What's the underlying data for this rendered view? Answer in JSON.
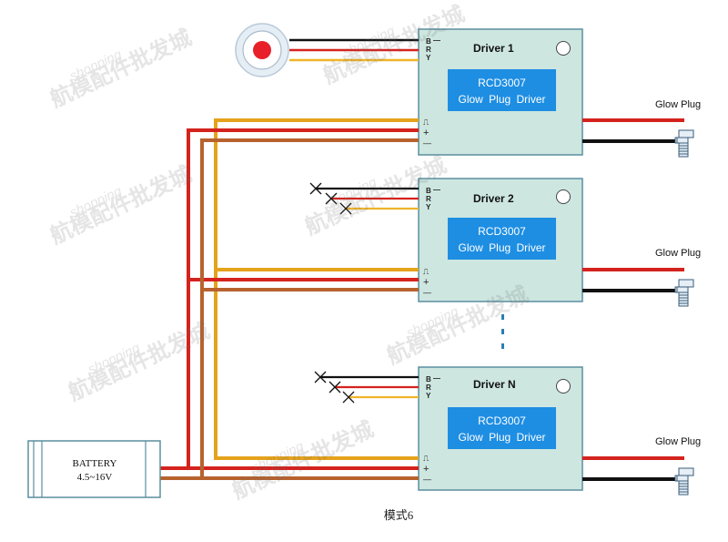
{
  "colors": {
    "panel_fill": "#cde6e0",
    "panel_stroke": "#5a8f9f",
    "label_fill": "#1e8ee3",
    "orange": "#e5a21c",
    "red": "#d4231d",
    "brown": "#b8622e",
    "black": "#111111",
    "yellow": "#f0b429",
    "dots": "#2a7fb2",
    "button": "#e8202a"
  },
  "drivers": [
    {
      "title": "Driver 1",
      "chip_model": "RCD3007",
      "chip_desc": "Glow Plug Driver",
      "output_label": "Glow Plug"
    },
    {
      "title": "Driver 2",
      "chip_model": "RCD3007",
      "chip_desc": "Glow Plug Driver",
      "output_label": "Glow Plug"
    },
    {
      "title": "Driver N",
      "chip_model": "RCD3007",
      "chip_desc": "Glow Plug Driver",
      "output_label": "Glow Plug"
    }
  ],
  "pins_top": {
    "b": "B",
    "r": "R",
    "y": "Y",
    "sig": "—"
  },
  "pins_bottom": {
    "pulse": "⎍",
    "plus": "+",
    "minus": "—"
  },
  "battery": {
    "label": "BATTERY",
    "voltage": "4.5~16V"
  },
  "caption": "模式6",
  "watermark": {
    "script": "shopping",
    "cn": "航模配件批发城"
  }
}
